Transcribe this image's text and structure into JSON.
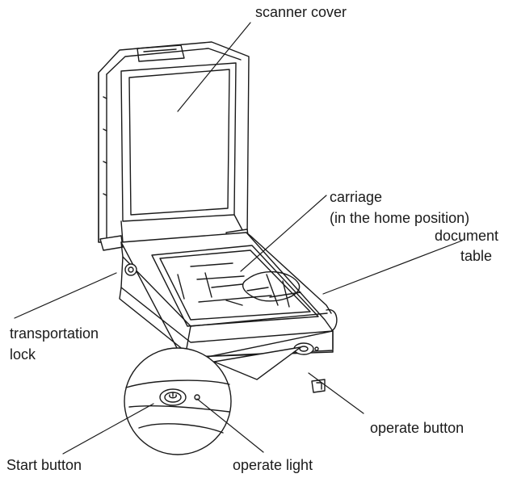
{
  "labels": {
    "scanner_cover": "scanner cover",
    "carriage_line1": "carriage",
    "carriage_line2": "(in the home position)",
    "document_line1": "document",
    "document_line2": "table",
    "transport_line1": "transportation",
    "transport_line2": "lock",
    "operate_button": "operate button",
    "start_button": "Start button",
    "operate_light": "operate light"
  }
}
